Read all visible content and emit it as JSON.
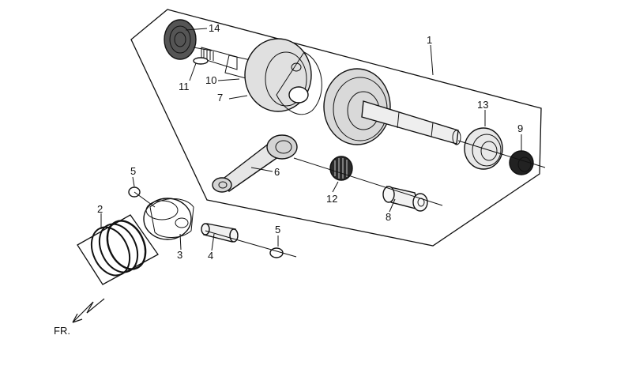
{
  "diagram": {
    "callouts": {
      "assembly": "1",
      "piston_ring_set": "2",
      "piston": "3",
      "piston_pin": "4",
      "clip_upper": "5",
      "clip_lower": "5",
      "connecting_rod": "6",
      "crank_left": "7",
      "crank_pin": "8",
      "oil_pump_gear": "9",
      "key": "10",
      "woodruff_key": "11",
      "needle_bearing": "12",
      "bearing_right": "13",
      "bearing_left": "14"
    },
    "front_marker": "FR.",
    "colors": {
      "line": "#111111",
      "shade": "#6d6d6d",
      "light": "#d9d9d9",
      "background": "#ffffff"
    }
  }
}
